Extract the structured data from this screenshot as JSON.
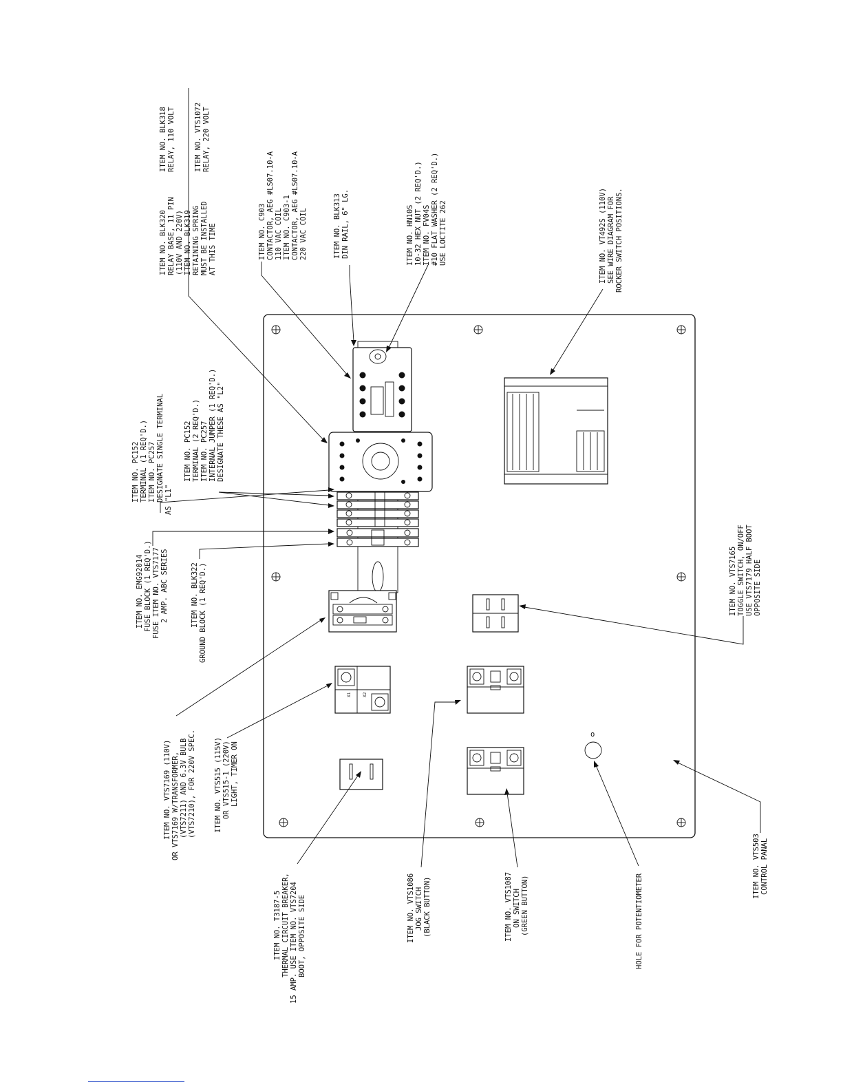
{
  "callouts": {
    "pc152_single": [
      "ITEM NO. PC152",
      "TERMINAL (1 REQ'D.)",
      "ITEM NO. PC257",
      "DESIGNATE SINGLE TERMINAL",
      "AS \"L1\""
    ],
    "pc152_double": [
      "ITEM NO. PC152",
      "TERMINAL (2 REQ'D.)",
      "ITEM NO. PC257",
      "INTERNAL JUMPER (1 REQ'D.)",
      "DESIGNATE THESE AS \"L2\""
    ],
    "blk320": [
      "ITEM NO. BLK320",
      "RELAY BASE, 11 PIN",
      "(110V AND 220V)",
      "ITEM NO. BLK319",
      "RETAINING SPRING",
      "MUST BE INSTALLED",
      "AT THIS TIME"
    ],
    "blk318": [
      "ITEM NO. BLK318",
      "RELAY, 110 VOLT",
      "",
      "ITEM NO. VTS1072",
      "RELAY, 220 VOLT"
    ],
    "c903": [
      "ITEM NO. C903",
      "CONTACTOR, AEG #LS07.10-A",
      "110 VAC COIL",
      "ITEM NO. C903-1",
      "CONTACTOR, AEG #LS07.10-A",
      "220 VAC COIL"
    ],
    "blk313": [
      "ITEM NO. BLK313",
      "DIN RAIL, 6\" LG."
    ],
    "hn10s": [
      "ITEM NO. HN10S",
      "10-32 HEX NUT (2 REQ'D.)",
      "ITEM NO. FV04S",
      "#10 FLAT WASHER (2 REQ'D.)",
      "USE LOCTITE 262"
    ],
    "vt492s": [
      "ITEM NO. VT492S (110V)",
      "SEE WIRE DIAGRAM FOR",
      "ROCKER SWITCH POSITIONS."
    ],
    "emg92014": [
      "ITEM NO. EMG92014",
      "FUSE BLOCK (1 REQ'D.)",
      "FUSE ITEM NO. VTS7177",
      "2 AMP. ABC SERIES"
    ],
    "blk322": [
      "ITEM NO. BLK322",
      "GROUND BLOCK (1 REQ'D.)"
    ],
    "vts7165": [
      "ITEM NO. VTS7165",
      "TOGGLE SWITCH, ON/OFF",
      "USE VTS7179 HALF BOOT",
      "OPPOSITE SIDE"
    ],
    "vts7169": [
      "ITEM NO. VTS7169 (110V)",
      "OR VTS7169 W/TRANSFORMER,",
      "(VTS7211) AND 6.3V BULB",
      "(VTS7210), FOR 220V SPEC."
    ],
    "vts515": [
      "ITEM NO. VTS515 (115V)",
      "OR VTS515-1 (220V)",
      "LIGHT, TIMER ON"
    ],
    "t3187": [
      "ITEM NO. T3187-5",
      "THERMAL CIRCUIT BREAKER,",
      "15 AMP. USE ITEM NO. VTS7204",
      "BOOT, OPPOSITE SIDE"
    ],
    "vts1086": [
      "ITEM NO. VTS1086",
      "JOG SWITCH",
      "(BLACK BUTTON)"
    ],
    "vts1087": [
      "ITEM NO. VTS1087",
      "ON SWITCH",
      "(GREEN BUTTON)"
    ],
    "pot": [
      "HOLE FOR POTENTIOMETER"
    ],
    "vts503": [
      "ITEM NO. VTS503",
      "CONTROL PANAL"
    ]
  },
  "component_labels": {
    "x1": "X1",
    "x2": "X2",
    "pilot_marker": "o"
  }
}
